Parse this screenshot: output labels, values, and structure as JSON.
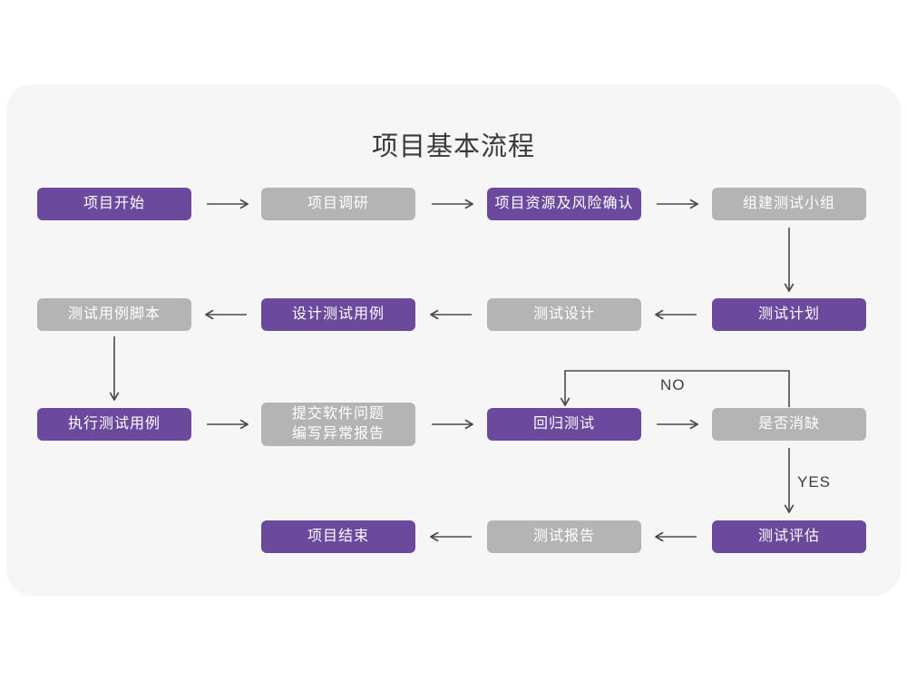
{
  "title": "项目基本流程",
  "decision_labels": {
    "no": "NO",
    "yes": "YES"
  },
  "colors": {
    "purple_node": "#6B4A9E",
    "gray_node": "#B4B4B4",
    "card_background": "#F6F6F7",
    "arrow": "#4A4A4A",
    "title_text": "#3A3A3A",
    "node_text": "#FFFFFF"
  },
  "nodes": [
    {
      "label": "项目开始",
      "variant": "purple"
    },
    {
      "label": "项目调研",
      "variant": "gray"
    },
    {
      "label": "项目资源及风险确认",
      "variant": "purple"
    },
    {
      "label": "组建测试小组",
      "variant": "gray"
    },
    {
      "label": "测试计划",
      "variant": "purple"
    },
    {
      "label": "测试设计",
      "variant": "gray"
    },
    {
      "label": "设计测试用例",
      "variant": "purple"
    },
    {
      "label": "测试用例脚本",
      "variant": "gray"
    },
    {
      "label": "执行测试用例",
      "variant": "purple"
    },
    {
      "label": "提交软件问题\n编写异常报告",
      "variant": "gray"
    },
    {
      "label": "回归测试",
      "variant": "purple"
    },
    {
      "label": "是否消缺",
      "variant": "gray"
    },
    {
      "label": "测试评估",
      "variant": "purple"
    },
    {
      "label": "测试报告",
      "variant": "gray"
    },
    {
      "label": "项目结束",
      "variant": "purple"
    }
  ]
}
